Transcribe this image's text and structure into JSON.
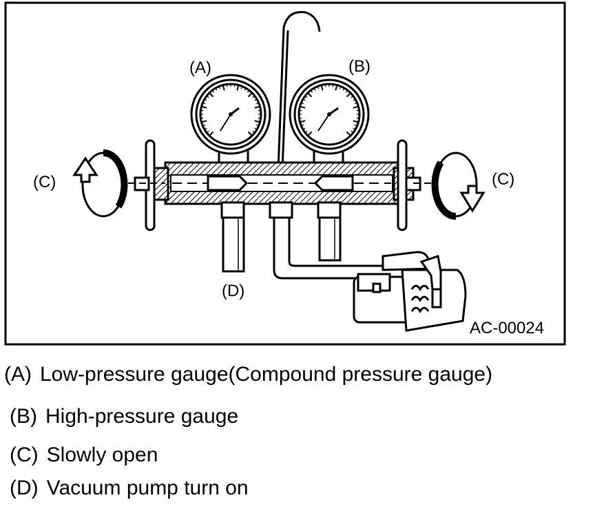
{
  "diagram": {
    "callouts": {
      "a": "(A)",
      "b": "(B)",
      "c_left": "(C)",
      "c_right": "(C)",
      "d": "(D)"
    },
    "figure_code": "AC-00024"
  },
  "legend": [
    {
      "key": "(A)",
      "text": "Low-pressure gauge(Compound pressure gauge)"
    },
    {
      "key": "(B)",
      "text": "High-pressure gauge"
    },
    {
      "key": "(C)",
      "text": "Slowly open"
    },
    {
      "key": "(D)",
      "text": "Vacuum pump turn on"
    }
  ]
}
